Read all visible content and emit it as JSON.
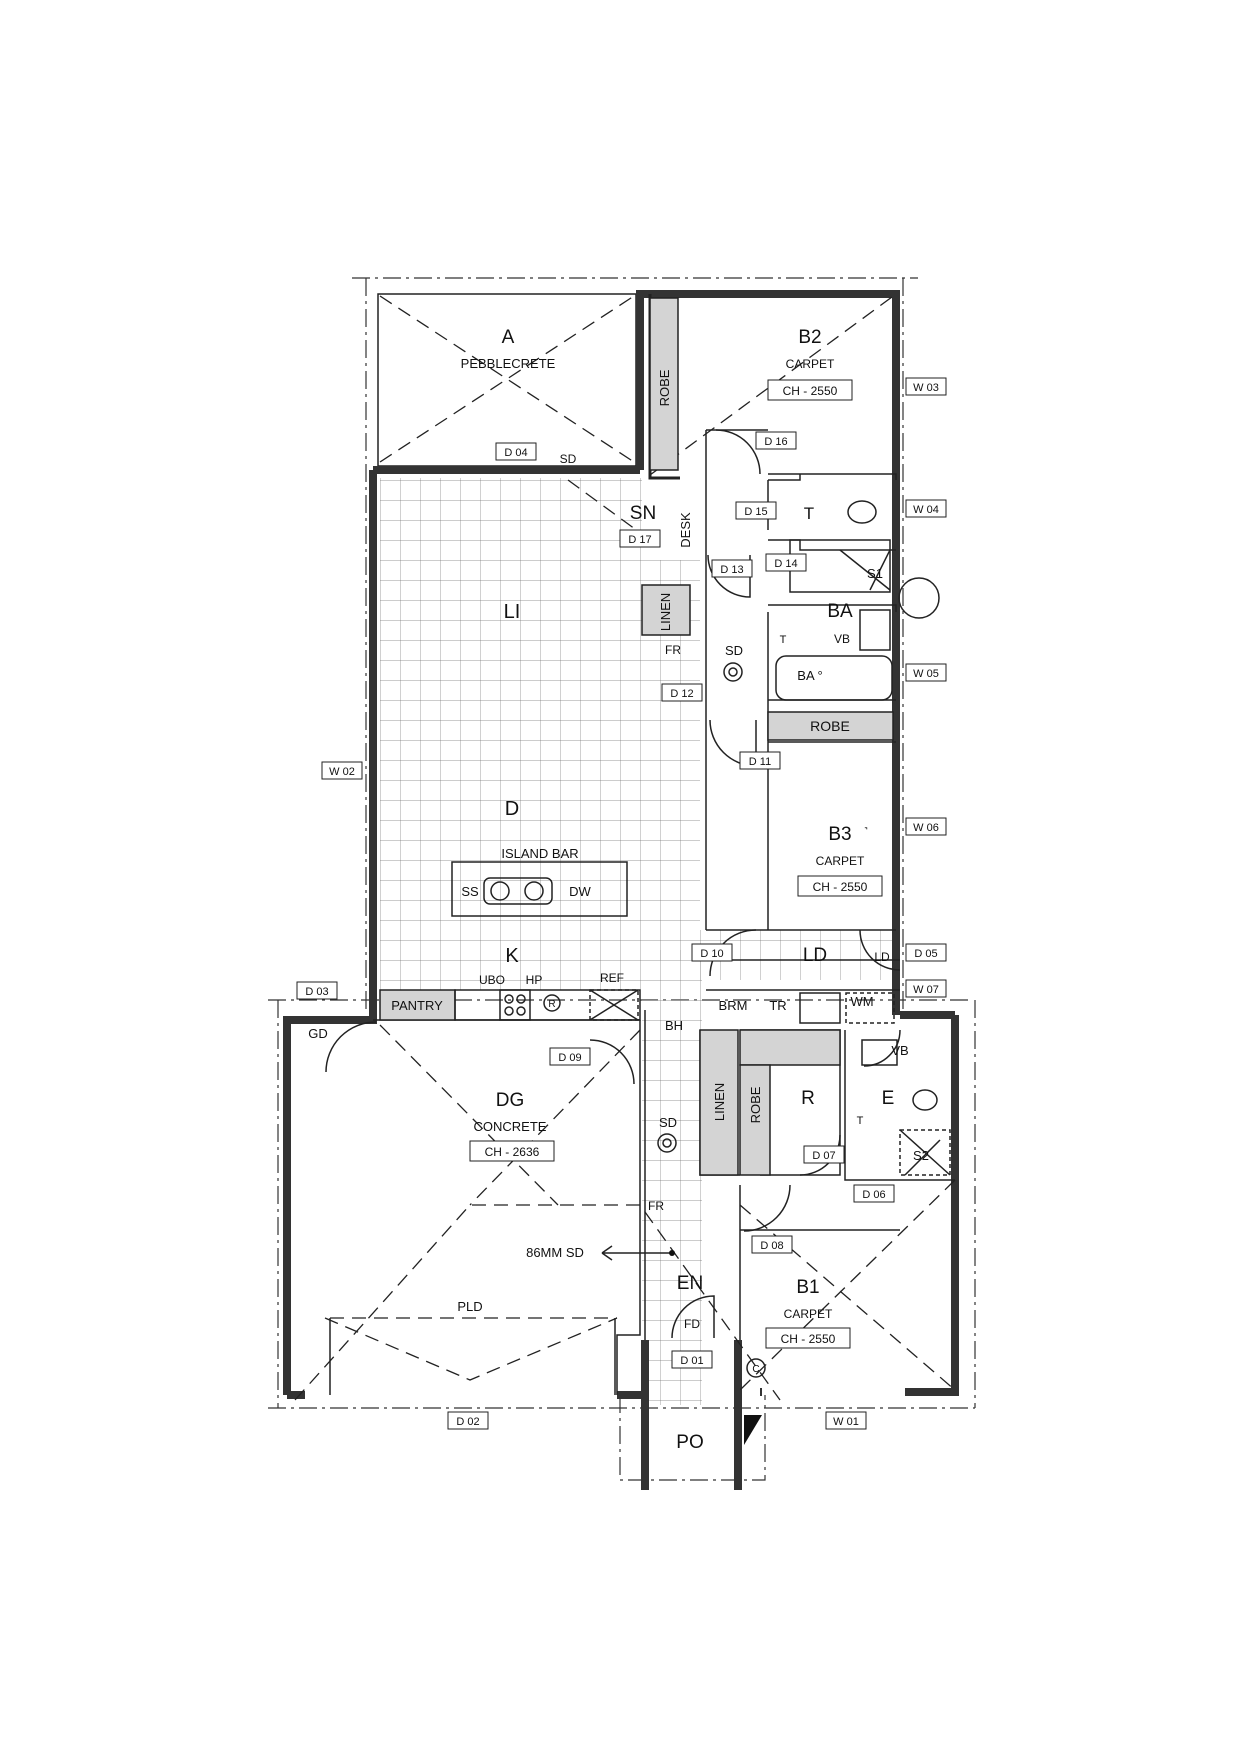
{
  "rooms": {
    "A": {
      "code": "A",
      "finish": "PEBBLECRETE"
    },
    "B2": {
      "code": "B2",
      "finish": "CARPET",
      "ceiling": "CH - 2550"
    },
    "B3": {
      "code": "B3",
      "finish": "CARPET",
      "ceiling": "CH - 2550"
    },
    "B1": {
      "code": "B1",
      "finish": "CARPET",
      "ceiling": "CH - 2550"
    },
    "DG": {
      "code": "DG",
      "finish": "CONCRETE",
      "ceiling": "CH - 2636"
    },
    "LI": "LI",
    "D": "D",
    "K": "K",
    "SN": "SN",
    "BA": "BA",
    "LD": "LD",
    "EN": "EN",
    "PO": "PO",
    "R": "R",
    "E": "E",
    "T": "T"
  },
  "fixtures": {
    "island_bar": "ISLAND BAR",
    "ss": "SS",
    "dw": "DW",
    "pantry": "PANTRY",
    "ubo": "UBO",
    "hp": "HP",
    "ref": "REF",
    "r_circle": "R",
    "robe": "ROBE",
    "linen": "LINEN",
    "desk": "DESK",
    "brm": "BRM",
    "tr": "TR",
    "wm": "WM",
    "vb": "VB",
    "s1": "S1",
    "s2": "S2",
    "ba_tub": "BA °",
    "t_small": "T",
    "sd": "SD",
    "fr": "FR",
    "bh": "BH",
    "gd": "GD",
    "fd": "FD",
    "sd_top": "SD",
    "pld": "PLD",
    "ld_small": "LD",
    "sd_86": "86MM SD",
    "c_circle": "C"
  },
  "door_tags": {
    "d01": "D 01",
    "d02": "D 02",
    "d03": "D 03",
    "d04": "D 04",
    "d05": "D 05",
    "d06": "D 06",
    "d07": "D 07",
    "d08": "D 08",
    "d09": "D 09",
    "d10": "D 10",
    "d11": "D 11",
    "d12": "D 12",
    "d13": "D 13",
    "d14": "D 14",
    "d15": "D 15",
    "d16": "D 16",
    "d17": "D 17"
  },
  "window_tags": {
    "w01": "W 01",
    "w02": "W 02",
    "w03": "W 03",
    "w04": "W 04",
    "w05": "W 05",
    "w06": "W 06",
    "w07": "W 07"
  }
}
